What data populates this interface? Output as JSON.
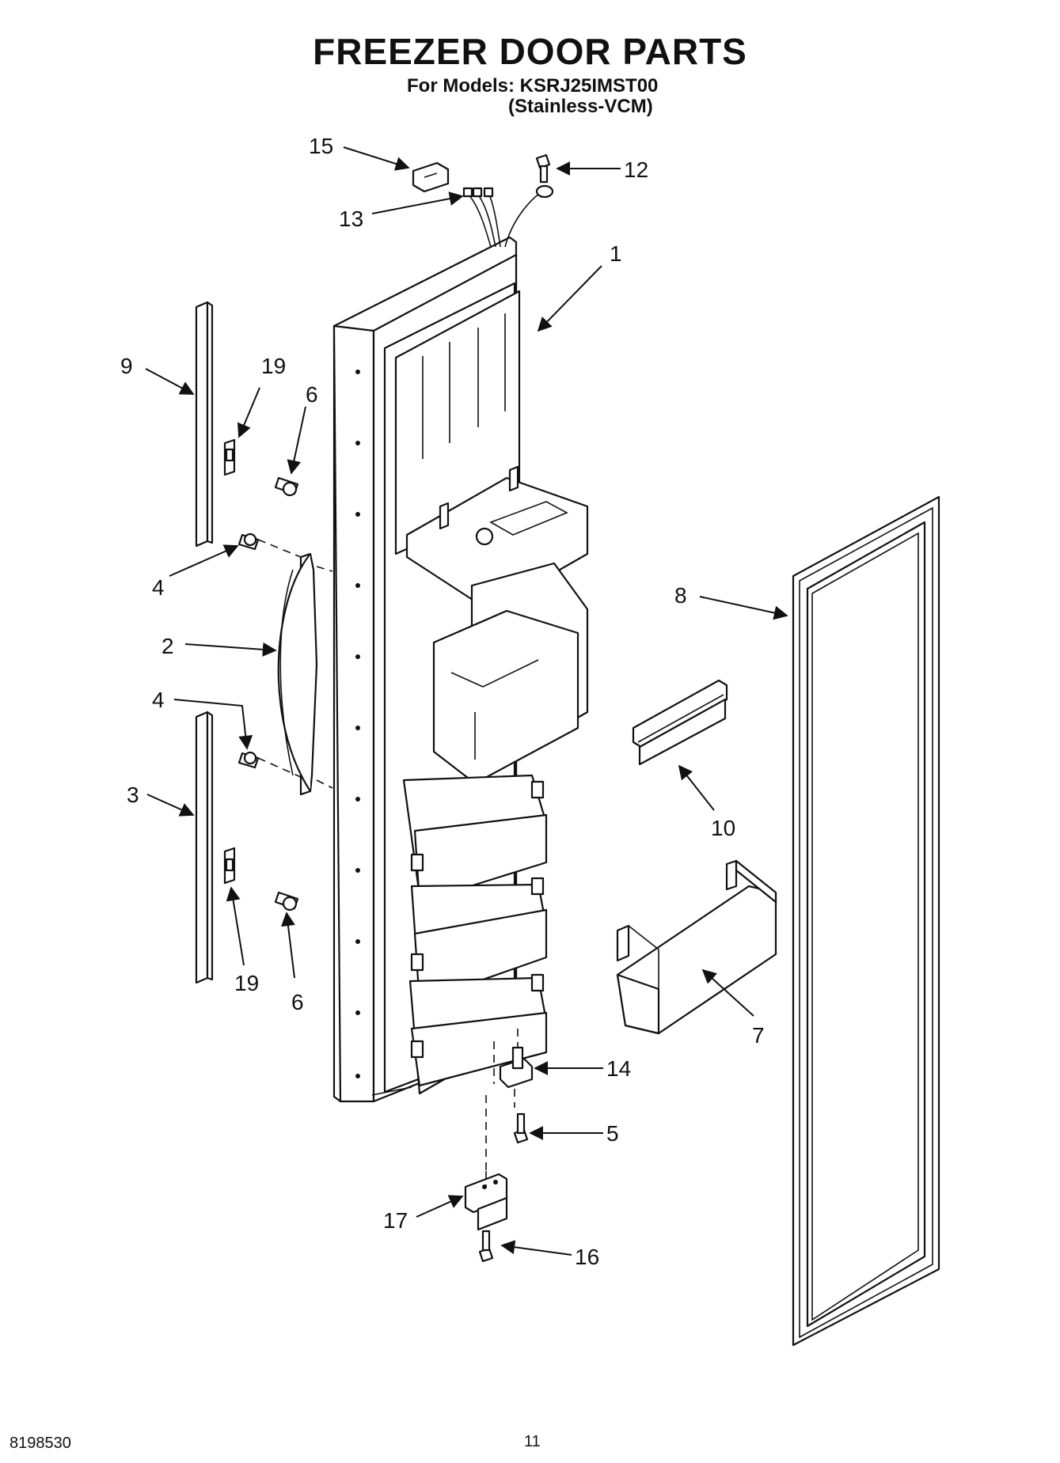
{
  "header": {
    "title": "FREEZER DOOR PARTS",
    "models_line": "For Models: KSRJ25IMST00",
    "variant_line": "(Stainless-VCM)"
  },
  "footer": {
    "document_number": "8198530",
    "page_number": "11"
  },
  "callouts": {
    "c1": "1",
    "c2": "2",
    "c3": "3",
    "c4a": "4",
    "c4b": "4",
    "c5": "5",
    "c6a": "6",
    "c6b": "6",
    "c7": "7",
    "c8": "8",
    "c9": "9",
    "c10": "10",
    "c12": "12",
    "c13": "13",
    "c14": "14",
    "c15": "15",
    "c16": "16",
    "c17": "17",
    "c19a": "19",
    "c19b": "19"
  },
  "colors": {
    "ink": "#111111",
    "paper": "#ffffff"
  }
}
